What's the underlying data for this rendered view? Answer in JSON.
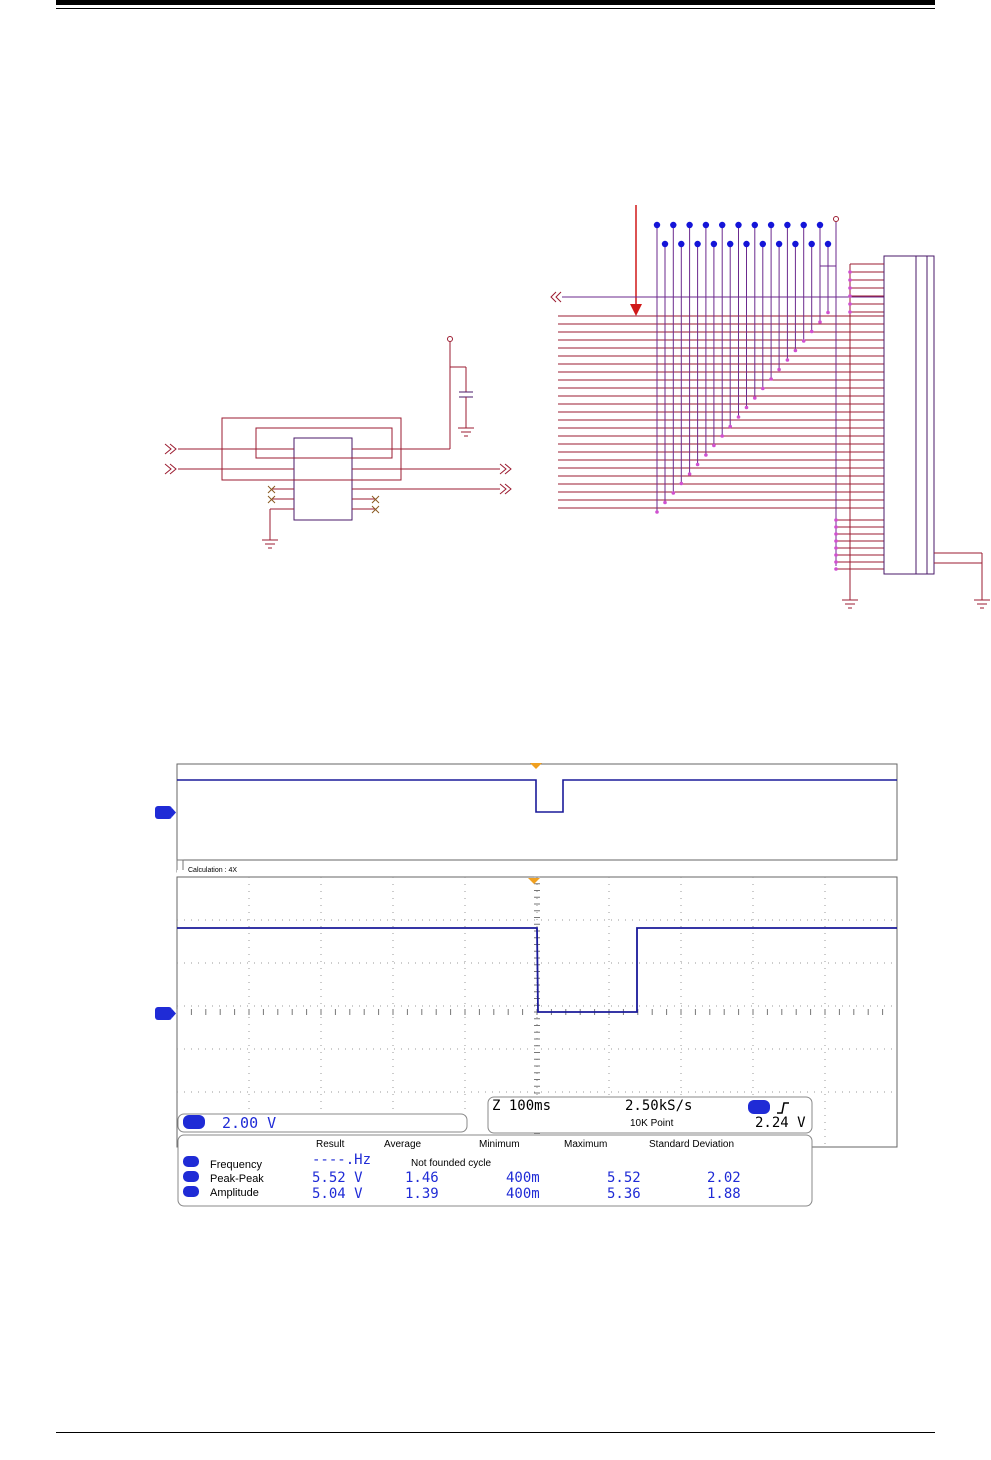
{
  "colors": {
    "wire_red": "#9b1b30",
    "wire_violet": "#6b2a8e",
    "pin_blue": "#1414d8",
    "trace_blue": "#1a1a9a",
    "measure_text": "#1f2bd6",
    "trigger_orange": "#f0a020"
  },
  "scope": {
    "calc_label": "Calculation : 4X",
    "channel_marker": "1",
    "volt_div": "2.00 V",
    "timebase": "Z 100ms",
    "sample_rate": "2.50kS/s",
    "record_length": "10K Point",
    "trigger_level": "2.24 V",
    "trigger_edge_icon": "rising-edge-icon",
    "table": {
      "headers": [
        "Result",
        "Average",
        "Minimum",
        "Maximum",
        "Standard Deviation"
      ],
      "rows": [
        {
          "label": "Frequency",
          "result": "----.Hz",
          "note": "Not founded cycle"
        },
        {
          "label": "Peak-Peak",
          "result": "5.52 V",
          "average": "1.46",
          "minimum": "400m",
          "maximum": "5.52",
          "stddev": "2.02"
        },
        {
          "label": "Amplitude",
          "result": "5.04 V",
          "average": "1.39",
          "minimum": "400m",
          "maximum": "5.36",
          "stddev": "1.88"
        }
      ]
    }
  }
}
